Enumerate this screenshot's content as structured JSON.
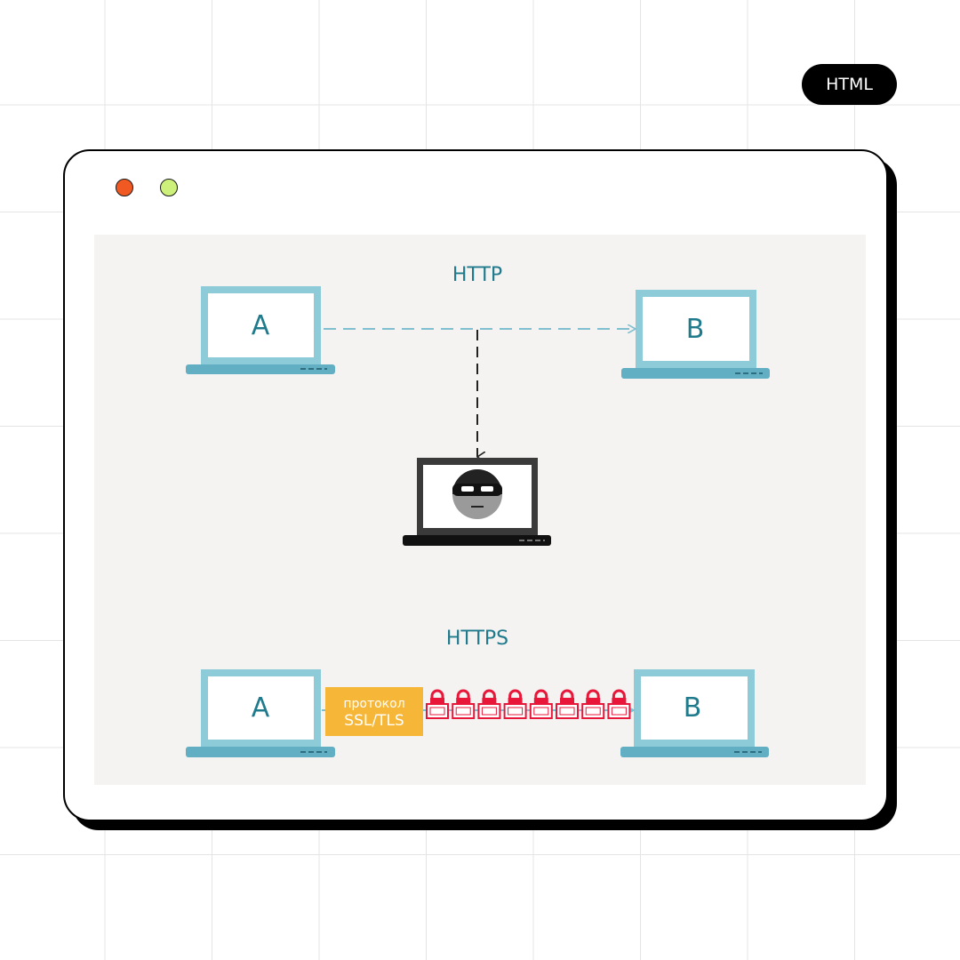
{
  "tag": {
    "label": "HTML"
  },
  "window": {
    "dots": [
      {
        "name": "close-dot",
        "color": "#f05a22"
      },
      {
        "name": "minimize-dot",
        "color": "#cdf07a"
      }
    ]
  },
  "diagram": {
    "http": {
      "title": "HTTP",
      "client_label": "A",
      "server_label": "B"
    },
    "https": {
      "title": "HTTPS",
      "client_label": "A",
      "server_label": "B",
      "protocol_line1": "протокол",
      "protocol_line2": "SSL/TLS",
      "lock_count": 8
    },
    "colors": {
      "laptop": "#8ecbd8",
      "laptop_dark": "#62afc3",
      "screen_bg": "#ffffff",
      "label": "#1f7a8c",
      "arrow": "#7fbfd0",
      "attacker_laptop": "#3a3a3a",
      "protocol_box": "#f6b637",
      "lock": "#e8173a"
    }
  }
}
